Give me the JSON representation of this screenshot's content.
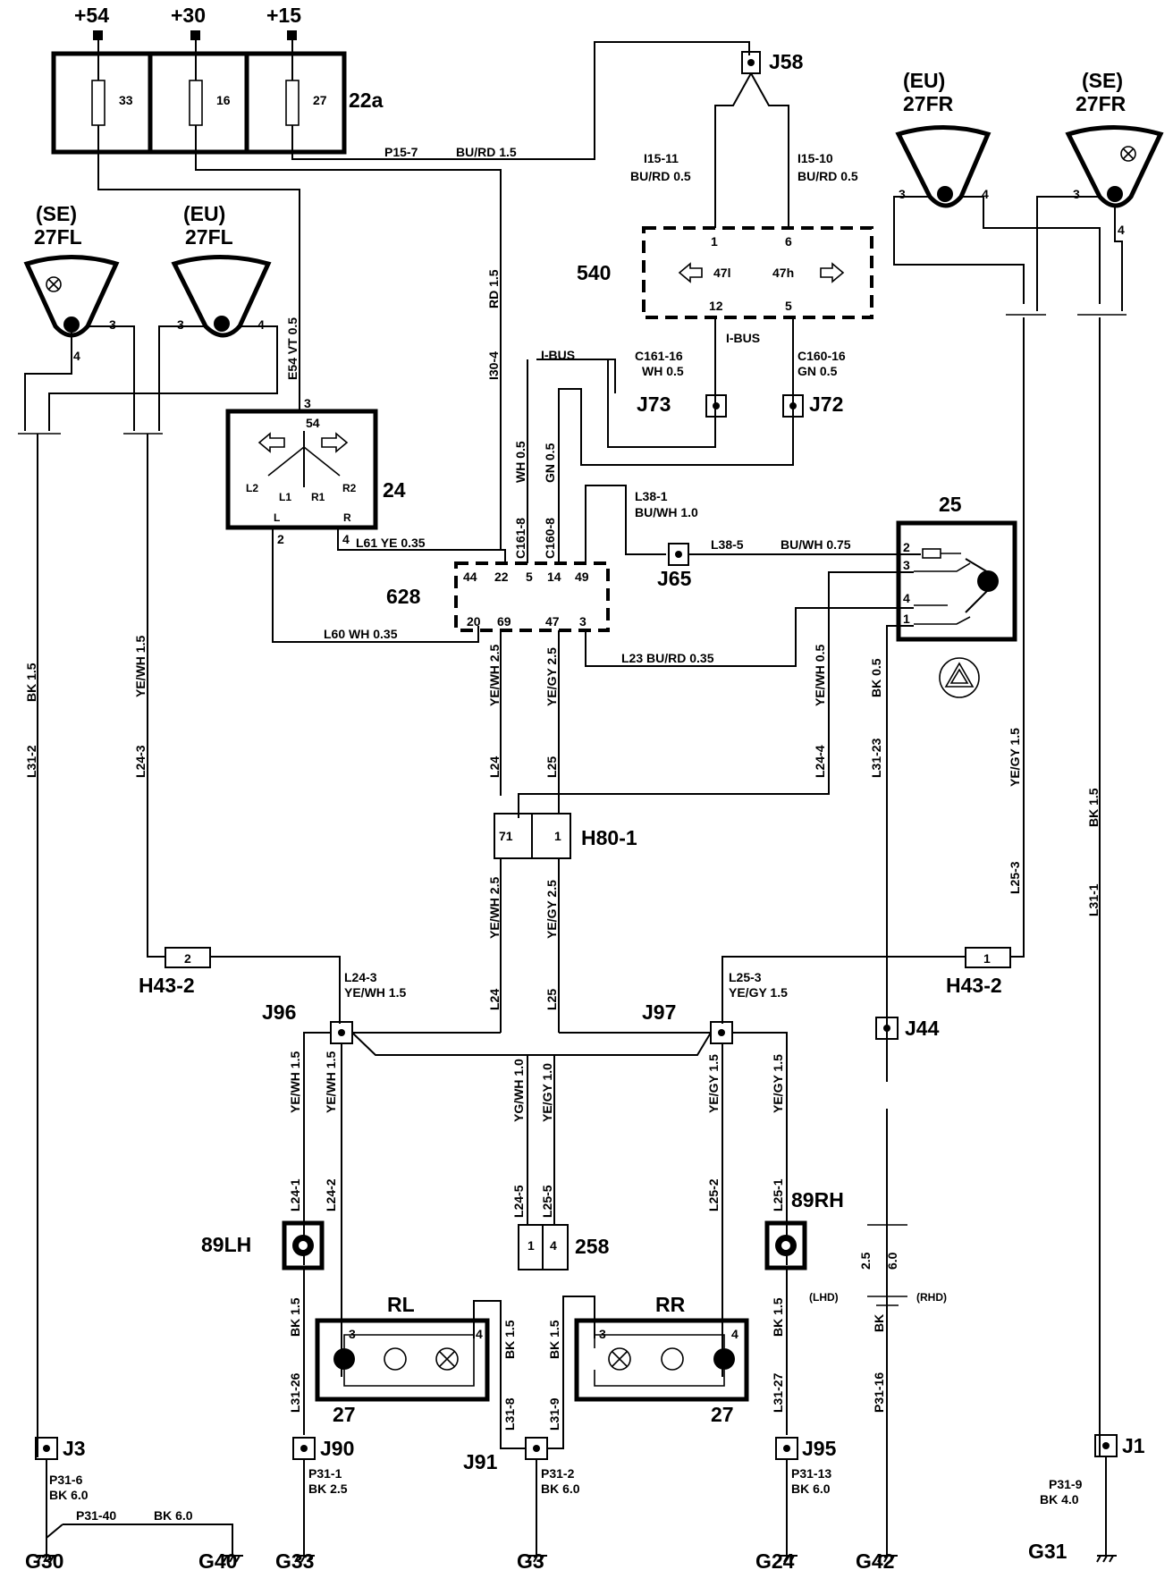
{
  "labels": {
    "sup54": "+54",
    "sup30": "+30",
    "sup15": "+15",
    "fuse_box": "22a",
    "f33": "33",
    "f16": "16",
    "f27": "27",
    "j58": "J58",
    "se": "(SE)",
    "eu": "(EU)",
    "fr": "27FR",
    "fl": "27FL",
    "p15_7": "P15-7",
    "p15_7c": "BU/RD 1.5",
    "i15_11": "I15-11",
    "i15_11c": "BU/RD 0.5",
    "i15_10": "I15-10",
    "i15_10c": "BU/RD 0.5",
    "m540": "540",
    "p1": "1",
    "p6": "6",
    "p12": "12",
    "p5": "5",
    "p47l": "47l",
    "p47h": "47h",
    "ibus": "I-BUS",
    "c161_16": "C161-16",
    "c161_16c": "WH 0.5",
    "c160_16": "C160-16",
    "c160_16c": "GN 0.5",
    "j73": "J73",
    "j72": "J72",
    "e54": "E54 VT 0.5",
    "i30_4": "I30-4",
    "rd15": "RD 1.5",
    "m24": "24",
    "p3": "3",
    "p54": "54",
    "l2": "L2",
    "l1": "L1",
    "r1": "R1",
    "r2": "R2",
    "pl": "L",
    "pr": "R",
    "p2": "2",
    "p4": "4",
    "l61": "L61 YE 0.35",
    "l60": "L60 WH 0.35",
    "c161_8": "C161-8",
    "wh05": "WH 0.5",
    "c160_8": "C160-8",
    "gn05": "GN 0.5",
    "m628": "628",
    "p44": "44",
    "p22": "22",
    "p5b": "5",
    "p14": "14",
    "p49": "49",
    "p20": "20",
    "p69": "69",
    "p47": "47",
    "p3b": "3",
    "l38_1": "L38-1",
    "l38_1c": "BU/WH 1.0",
    "j65": "J65",
    "l38_5": "L38-5",
    "l38_5c": "BU/WH 0.75",
    "m25": "25",
    "l23": "L23 BU/RD 0.35",
    "bk05": "BK 0.5",
    "l31_23": "L31-23",
    "yewh05": "YE/WH 0.5",
    "l24_4": "L24-4",
    "yewh25": "YE/WH 2.5",
    "l24": "L24",
    "yegy25": "YE/GY 2.5",
    "l25": "L25",
    "h80": "H80-1",
    "p71": "71",
    "p1b": "1",
    "l31_2": "L31-2",
    "bk15": "BK 1.5",
    "l24_3": "L24-3",
    "yewh15": "YE/WH 1.5",
    "yegy15": "YE/GY 1.5",
    "l25_3": "L25-3",
    "l31_1": "L31-1",
    "h43": "H43-2",
    "h43p2": "2",
    "h43p1": "1",
    "l24_3b": "L24-3",
    "l24_3bc": "YE/WH 1.5",
    "l25_3b": "L25-3",
    "l25_3bc": "YE/GY 1.5",
    "j96": "J96",
    "j97": "J97",
    "j44": "J44",
    "yewh15b": "YE/WH 1.5",
    "yewh15c": "YE/WH 1.5",
    "l24_1": "L24-1",
    "l24_2": "L24-2",
    "ygwh10": "YG/WH 1.0",
    "yegy10": "YE/GY 1.0",
    "l24_5": "L24-5",
    "l25_5": "L25-5",
    "yegy15b": "YE/GY 1.5",
    "yegy15c": "YE/GY 1.5",
    "l25_2": "L25-2",
    "l25_1": "L25-1",
    "lh": "89LH",
    "rh": "89RH",
    "m258": "258",
    "v25": "2.5",
    "v60": "6.0",
    "lhd": "(LHD)",
    "rhd": "(RHD)",
    "rl": "RL",
    "rr": "RR",
    "n27": "27",
    "bk15b": "BK 1.5",
    "l31_26": "L31-26",
    "l31_8": "L31-8",
    "l31_9": "L31-9",
    "l31_27": "L31-27",
    "bk": "BK",
    "p31_16": "P31-16",
    "j3": "J3",
    "j90": "J90",
    "j91": "J91",
    "j95": "J95",
    "j1": "J1",
    "p31_6": "P31-6",
    "bk60": "BK 6.0",
    "p31_1": "P31-1",
    "bk25": "BK 2.5",
    "p31_2": "P31-2",
    "p31_13": "P31-13",
    "p31_9": "P31-9",
    "bk40": "BK 4.0",
    "p31_40": "P31-40",
    "g30": "G30",
    "g40": "G40",
    "g33": "G33",
    "g3": "G3",
    "g24": "G24",
    "g42": "G42",
    "g31": "G31"
  }
}
